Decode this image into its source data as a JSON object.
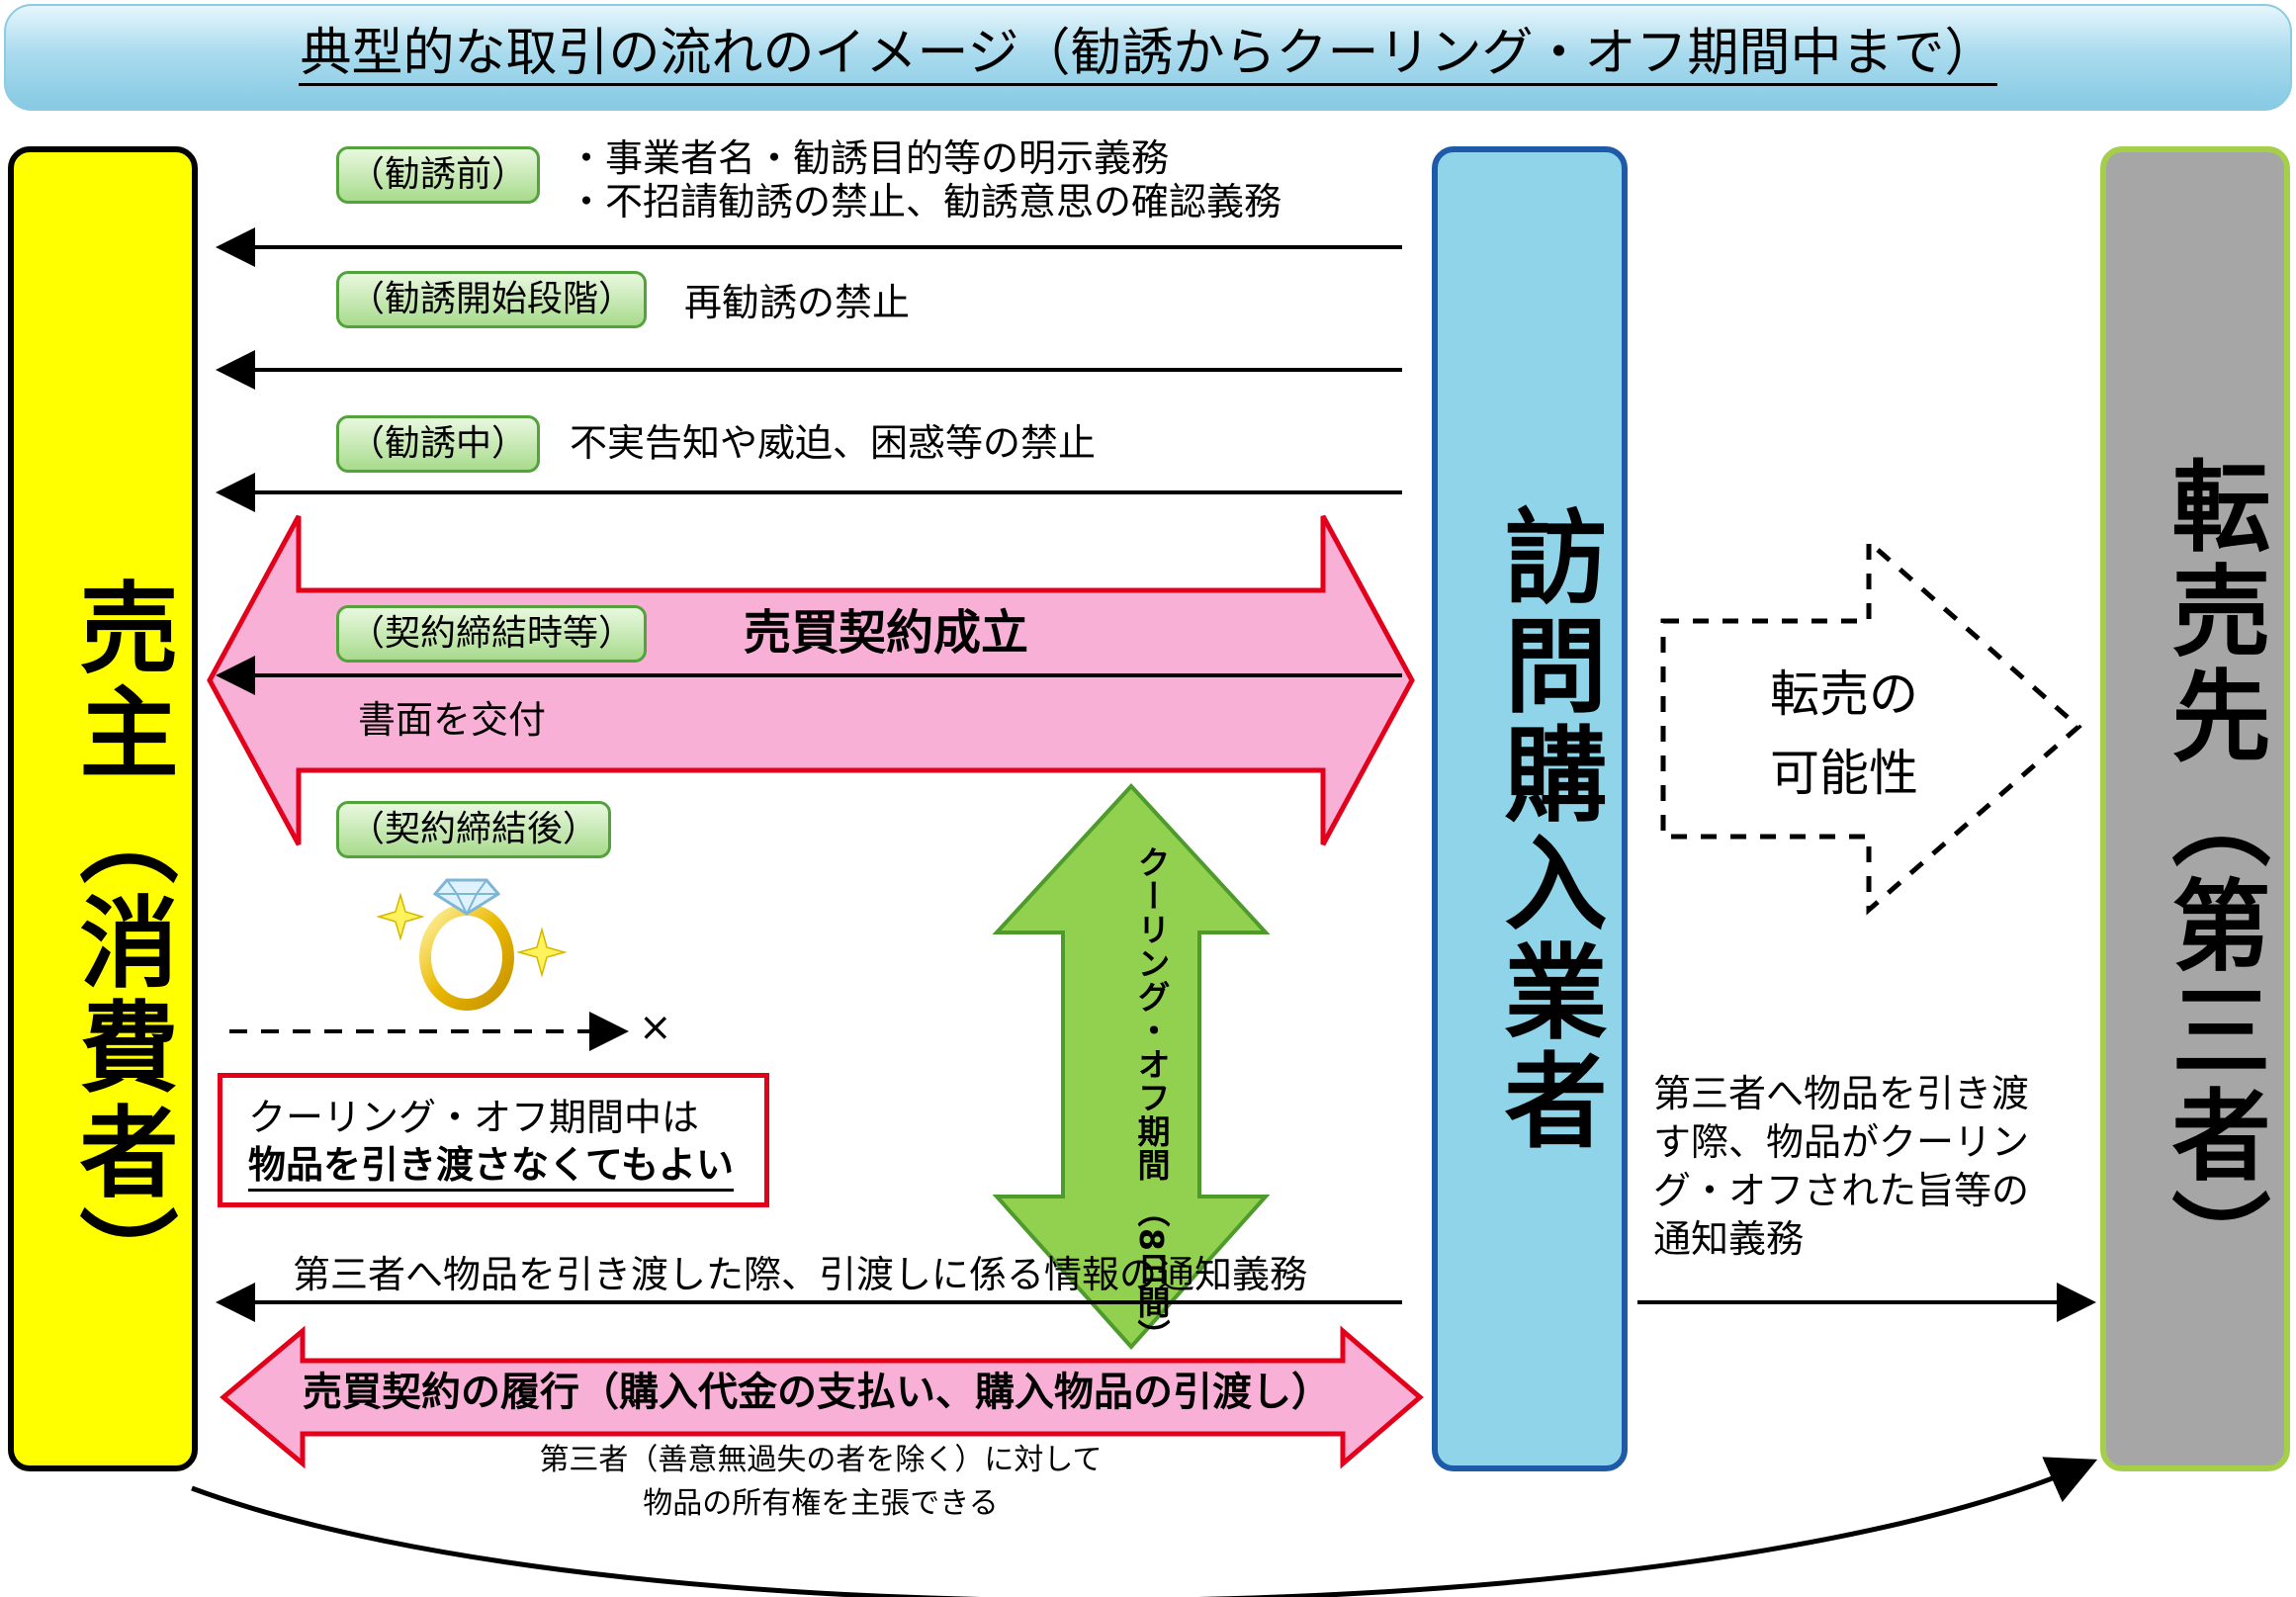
{
  "title": "典型的な取引の流れのイメージ（勧誘からクーリング・オフ期間中まで）",
  "columns": {
    "seller": "売主（消費者）",
    "buyer": "訪問購入業者",
    "third_party": "転売先（第三者）"
  },
  "stages": {
    "before": {
      "tag": "（勧誘前）",
      "lines": [
        "・事業者名・勧誘目的等の明示義務",
        "・不招請勧誘の禁止、勧誘意思の確認義務"
      ]
    },
    "start": {
      "tag": "（勧誘開始段階）",
      "text": "再勧誘の禁止"
    },
    "during": {
      "tag": "（勧誘中）",
      "text": "不実告知や威迫、困惑等の禁止"
    },
    "contract": {
      "tag": "（契約締結時等）",
      "headline": "売買契約成立",
      "text": "書面を交付"
    },
    "after": {
      "tag": "（契約締結後）"
    }
  },
  "x_mark": "×",
  "note": {
    "line1": "クーリング・オフ期間中は",
    "line2": "物品を引き渡さなくてもよい"
  },
  "cooling_off": {
    "line1": "クーリング・オフ期間",
    "line2": "（8日間）"
  },
  "resale": {
    "line1": "転売の",
    "line2": "可能性"
  },
  "third_party_notice": [
    "第三者へ物品を引き渡",
    "す際、物品がクーリン",
    "グ・オフされた旨等の",
    "通知義務"
  ],
  "seller_notice": "第三者へ物品を引き渡した際、引渡しに係る情報の通知義務",
  "performance": "売買契約の履行（購入代金の支払い、購入物品の引渡し）",
  "ownership": [
    "第三者（善意無過失の者を除く）に対して",
    "物品の所有権を主張できる"
  ],
  "colors": {
    "seller_fill": "#ffff00",
    "buyer_fill": "#8fd4e8",
    "buyer_border": "#1f5aa8",
    "third_border": "#a5cf4a",
    "third_fill": "#a6a6a6",
    "pink_fill": "#f9b0d6",
    "red_border": "#e2001a",
    "green_fill": "#92d050",
    "green_border": "#4e9a2d",
    "ring_gold": "#e9b800"
  }
}
